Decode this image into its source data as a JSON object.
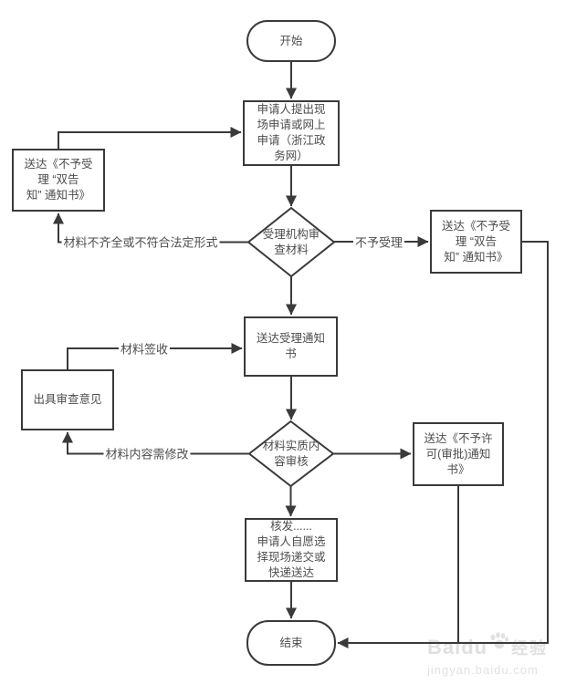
{
  "canvas": {
    "background": "#ffffff",
    "line_color": "#3a3a3a",
    "text_color": "#4d4d4d"
  },
  "nodes": {
    "start": {
      "label": "开始"
    },
    "apply": {
      "label": "申请人提出现\n场申请或网上\n申请（浙江政\n务网）"
    },
    "review_materials": {
      "label": "受理机构审\n查材料"
    },
    "reject_notice_left": {
      "label": "送达《不予受\n理 “双告\n知” 通知书》"
    },
    "reject_notice_right": {
      "label": "送达《不予受\n理 “双告\n知” 通知书》"
    },
    "acceptance_notice": {
      "label": "送达受理通知\n书"
    },
    "issue_opinion": {
      "label": "出具审查意见"
    },
    "substance_review": {
      "label": "材料实质内\n容审核"
    },
    "deny_permit_notice": {
      "label": "送达《不予许\n可(审批)通知\n书》"
    },
    "issue_result": {
      "label": "核发......\n申请人自愿选\n择现场递交或\n快递送达"
    },
    "end": {
      "label": "结束"
    }
  },
  "edge_labels": {
    "materials_incomplete": "材料不齐全或不符合法定形式",
    "not_accepted": "不予受理",
    "materials_signed": "材料签收",
    "content_needs_revision": "材料内容需修改"
  },
  "watermark": {
    "brand": "Baidu",
    "brand_suffix": "经验",
    "url": "jingyan.baidu.com"
  }
}
